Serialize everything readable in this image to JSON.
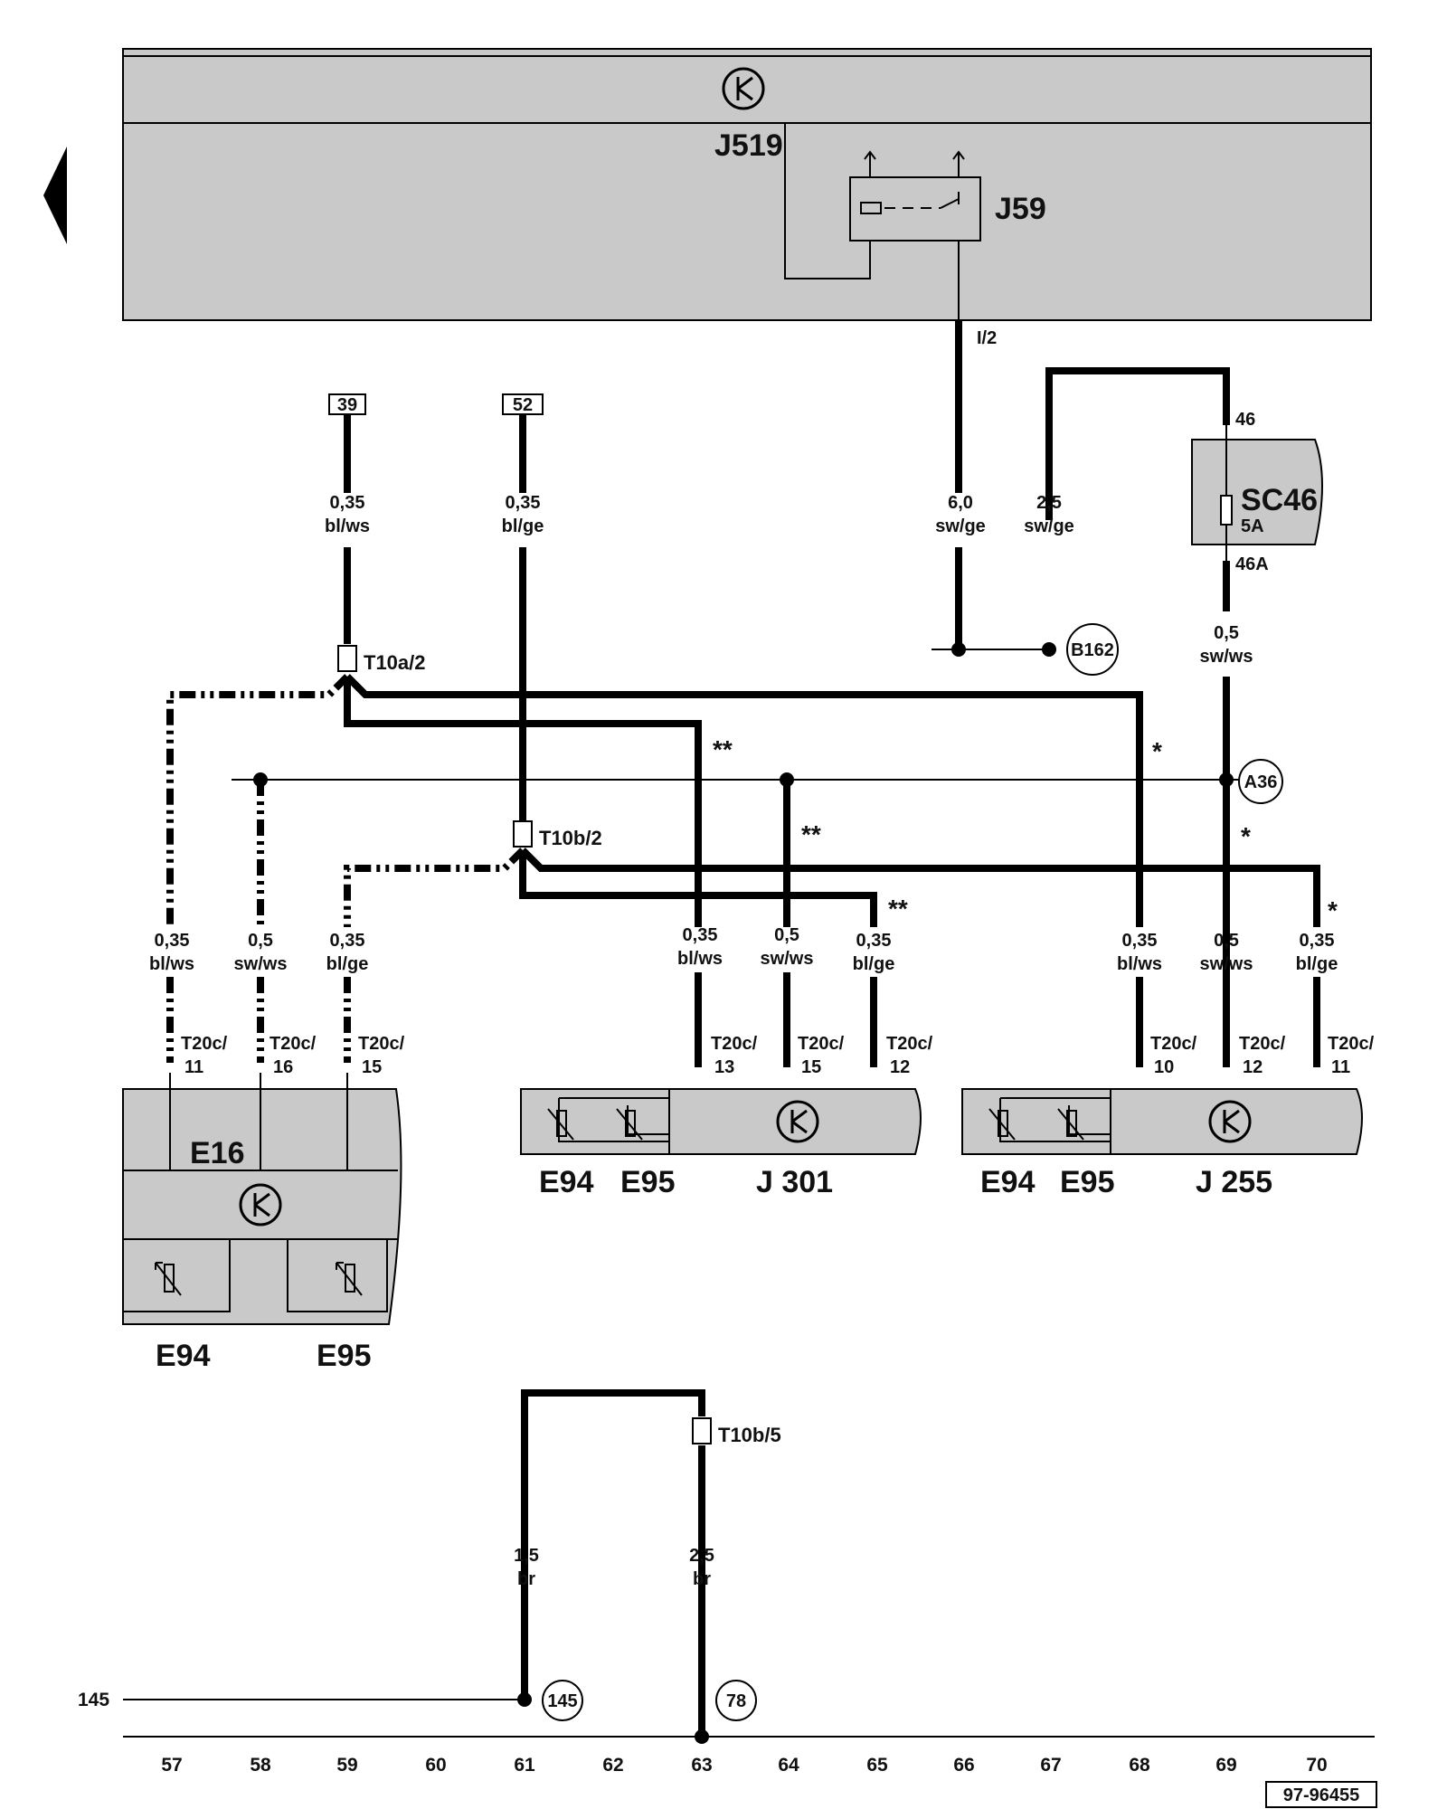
{
  "components": {
    "e_j519": "J519",
    "e_j59": "J59",
    "e_sc46": "SC46",
    "e_sc46_rating": "5A",
    "e_e16": "E16",
    "e_e94_a": "E94",
    "e_e95_a": "E95",
    "e_e94_b": "E94",
    "e_e95_b": "E95",
    "e_j301": "J 301",
    "e_e94_c": "E94",
    "e_e95_c": "E95",
    "e_j255": "J 255"
  },
  "connectors": {
    "c_t10a2": "T10a/2",
    "c_t10b2": "T10b/2",
    "c_t10b5": "T10b/5"
  },
  "terminals": {
    "t_i2": "I/2",
    "t_46": "46",
    "t_46a": "46A"
  },
  "references": {
    "r_39": "39",
    "r_52": "52",
    "r_145_left": "145"
  },
  "ground_points": {
    "g_b162": "B162",
    "g_a36": "A36",
    "g_145": "145",
    "g_78": "78"
  },
  "wires": {
    "w1_size": "0,35",
    "w1_color": "bl/ws",
    "w2_size": "0,35",
    "w2_color": "bl/ge",
    "w3_size": "6,0",
    "w3_color": "sw/ge",
    "w4_size": "2,5",
    "w4_color": "sw/ge",
    "w5_size": "0,5",
    "w5_color": "sw/ws",
    "w6_size": "0,35",
    "w6_color": "bl/ws",
    "w7_size": "0,5",
    "w7_color": "sw/ws",
    "w8_size": "0,35",
    "w8_color": "bl/ge",
    "w9_size": "0,35",
    "w9_color": "bl/ws",
    "w10_size": "0,5",
    "w10_color": "sw/ws",
    "w11_size": "0,35",
    "w11_color": "bl/ge",
    "w12_size": "0,35",
    "w12_color": "bl/ws",
    "w13_size": "0,5",
    "w13_color": "sw/ws",
    "w14_size": "0,35",
    "w14_color": "bl/ge",
    "w15_size": "1,5",
    "w15_color": "br",
    "w16_size": "2,5",
    "w16_color": "br"
  },
  "pins": {
    "p1_a": "T20c/",
    "p1_b": "11",
    "p2_a": "T20c/",
    "p2_b": "16",
    "p3_a": "T20c/",
    "p3_b": "15",
    "p4_a": "T20c/",
    "p4_b": "13",
    "p5_a": "T20c/",
    "p5_b": "15",
    "p6_a": "T20c/",
    "p6_b": "12",
    "p7_a": "T20c/",
    "p7_b": "10",
    "p8_a": "T20c/",
    "p8_b": "12",
    "p9_a": "T20c/",
    "p9_b": "11"
  },
  "markers": {
    "m_dstar_1": "**",
    "m_dstar_2": "**",
    "m_dstar_3": "**",
    "m_star_1": "*",
    "m_star_2": "*",
    "m_star_3": "*"
  },
  "track_numbers": [
    "57",
    "58",
    "59",
    "60",
    "61",
    "62",
    "63",
    "64",
    "65",
    "66",
    "67",
    "68",
    "69",
    "70"
  ],
  "footer": {
    "doc_number": "97-96455"
  },
  "colors": {
    "panel_fill": "#c9c9c9",
    "wire": "#000000"
  },
  "icons": [
    "back-arrow-icon",
    "control-unit-icon",
    "relay-coil-icon",
    "fuse-icon",
    "thermistor-icon",
    "connector-icon"
  ]
}
